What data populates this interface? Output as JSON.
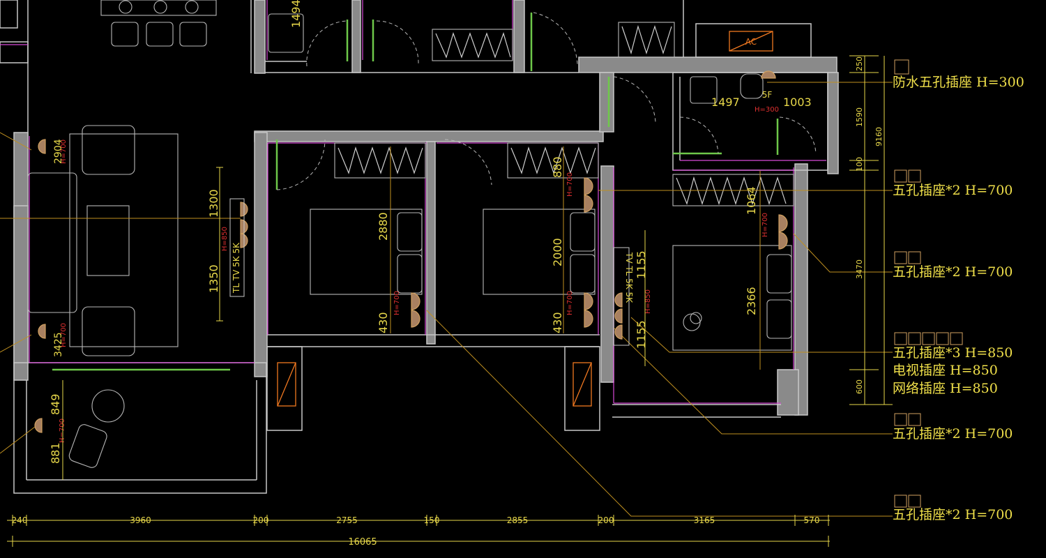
{
  "colors": {
    "wall": "#c8c8c8",
    "wall_fill": "#8a8a8a",
    "magenta": "#d84ad8",
    "dim": "#e8d84a",
    "leader": "#c09020",
    "furniture": "#b8b8b8",
    "red": "#e03030",
    "green": "#6ec84a",
    "ac": "#f07820",
    "socket": "#d0a060"
  },
  "legend": [
    {
      "id": "waterproof",
      "text": "防水五孔插座 H=300"
    },
    {
      "id": "five2_a",
      "text": "五孔插座*2 H=700"
    },
    {
      "id": "five2_b",
      "text": "五孔插座*2 H=700"
    },
    {
      "id": "five3",
      "text": "五孔插座*3 H=850"
    },
    {
      "id": "tv",
      "text": "电视插座 H=850"
    },
    {
      "id": "net",
      "text": "网络插座 H=850"
    },
    {
      "id": "five2_c",
      "text": "五孔插座*2 H=700"
    },
    {
      "id": "five2_d",
      "text": "五孔插座*2 H=700"
    }
  ],
  "bottom_dims": [
    "240",
    "3960",
    "200",
    "2755",
    "150",
    "2855",
    "200",
    "3165",
    "570"
  ],
  "total_dim": "16065",
  "right_dims": [
    "250",
    "1590",
    "100",
    "3470",
    "600"
  ],
  "right_total": "9160",
  "room_dims": {
    "d1494": "1494",
    "d1497": "1497",
    "d1003": "1003",
    "d1300": "1300",
    "d1350": "1350",
    "d2880": "2880",
    "d430a": "430",
    "d880": "880",
    "d2000": "2000",
    "d430b": "430",
    "d1064": "1064",
    "d2366": "2366",
    "d1155a": "1155",
    "d1155b": "1155",
    "d849": "849",
    "d881": "881",
    "d2904": "2904",
    "d3425": "3425"
  },
  "labels": {
    "ac": "AC",
    "tv_net": "TV TL 5K 5K",
    "tv_net_b": "TL TV 5K 5K",
    "sf": "5F",
    "h300": "H=300",
    "h700": "H=700",
    "h850": "H=850"
  }
}
